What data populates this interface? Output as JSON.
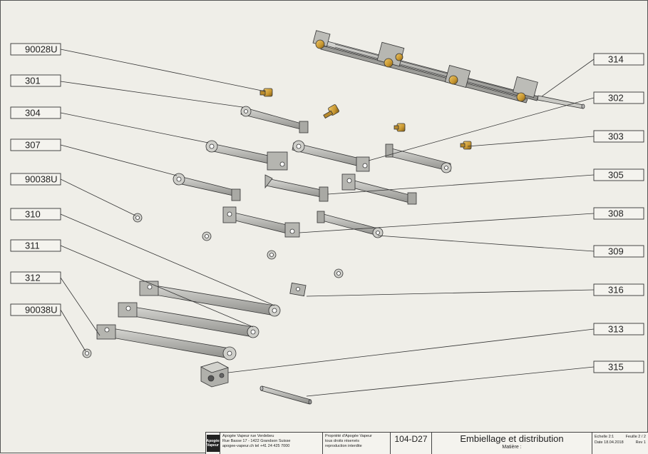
{
  "diagram": {
    "type": "exploded assembly drawing",
    "callouts": [
      "90028U",
      "301",
      "304",
      "307",
      "90038U",
      "310",
      "311",
      "312",
      "90038U",
      "314",
      "302",
      "303",
      "305",
      "308",
      "309",
      "316",
      "313",
      "315"
    ]
  },
  "title_block": {
    "logo_lines": [
      "Apogée",
      "Vapeur"
    ],
    "company_lines": [
      "Apogée Vapeur rue Verdebeu",
      "Rue Basse 17 - 1422 Grandson Suisse",
      "apogee-vapeur.ch tel +41 24 425 7000"
    ],
    "rights_lines": [
      "Propriété d'Apogée Vapeur",
      "tous droits réservés",
      "reproduction interdite"
    ],
    "drawing_number": "104-D27",
    "title": "Embiellage et distribution",
    "material_label": "Matière :",
    "scale": "Echelle 2:1",
    "sheet": "Feuille 2 / 2",
    "date": "Date  18.04.2018",
    "revision": "Rev 1"
  }
}
